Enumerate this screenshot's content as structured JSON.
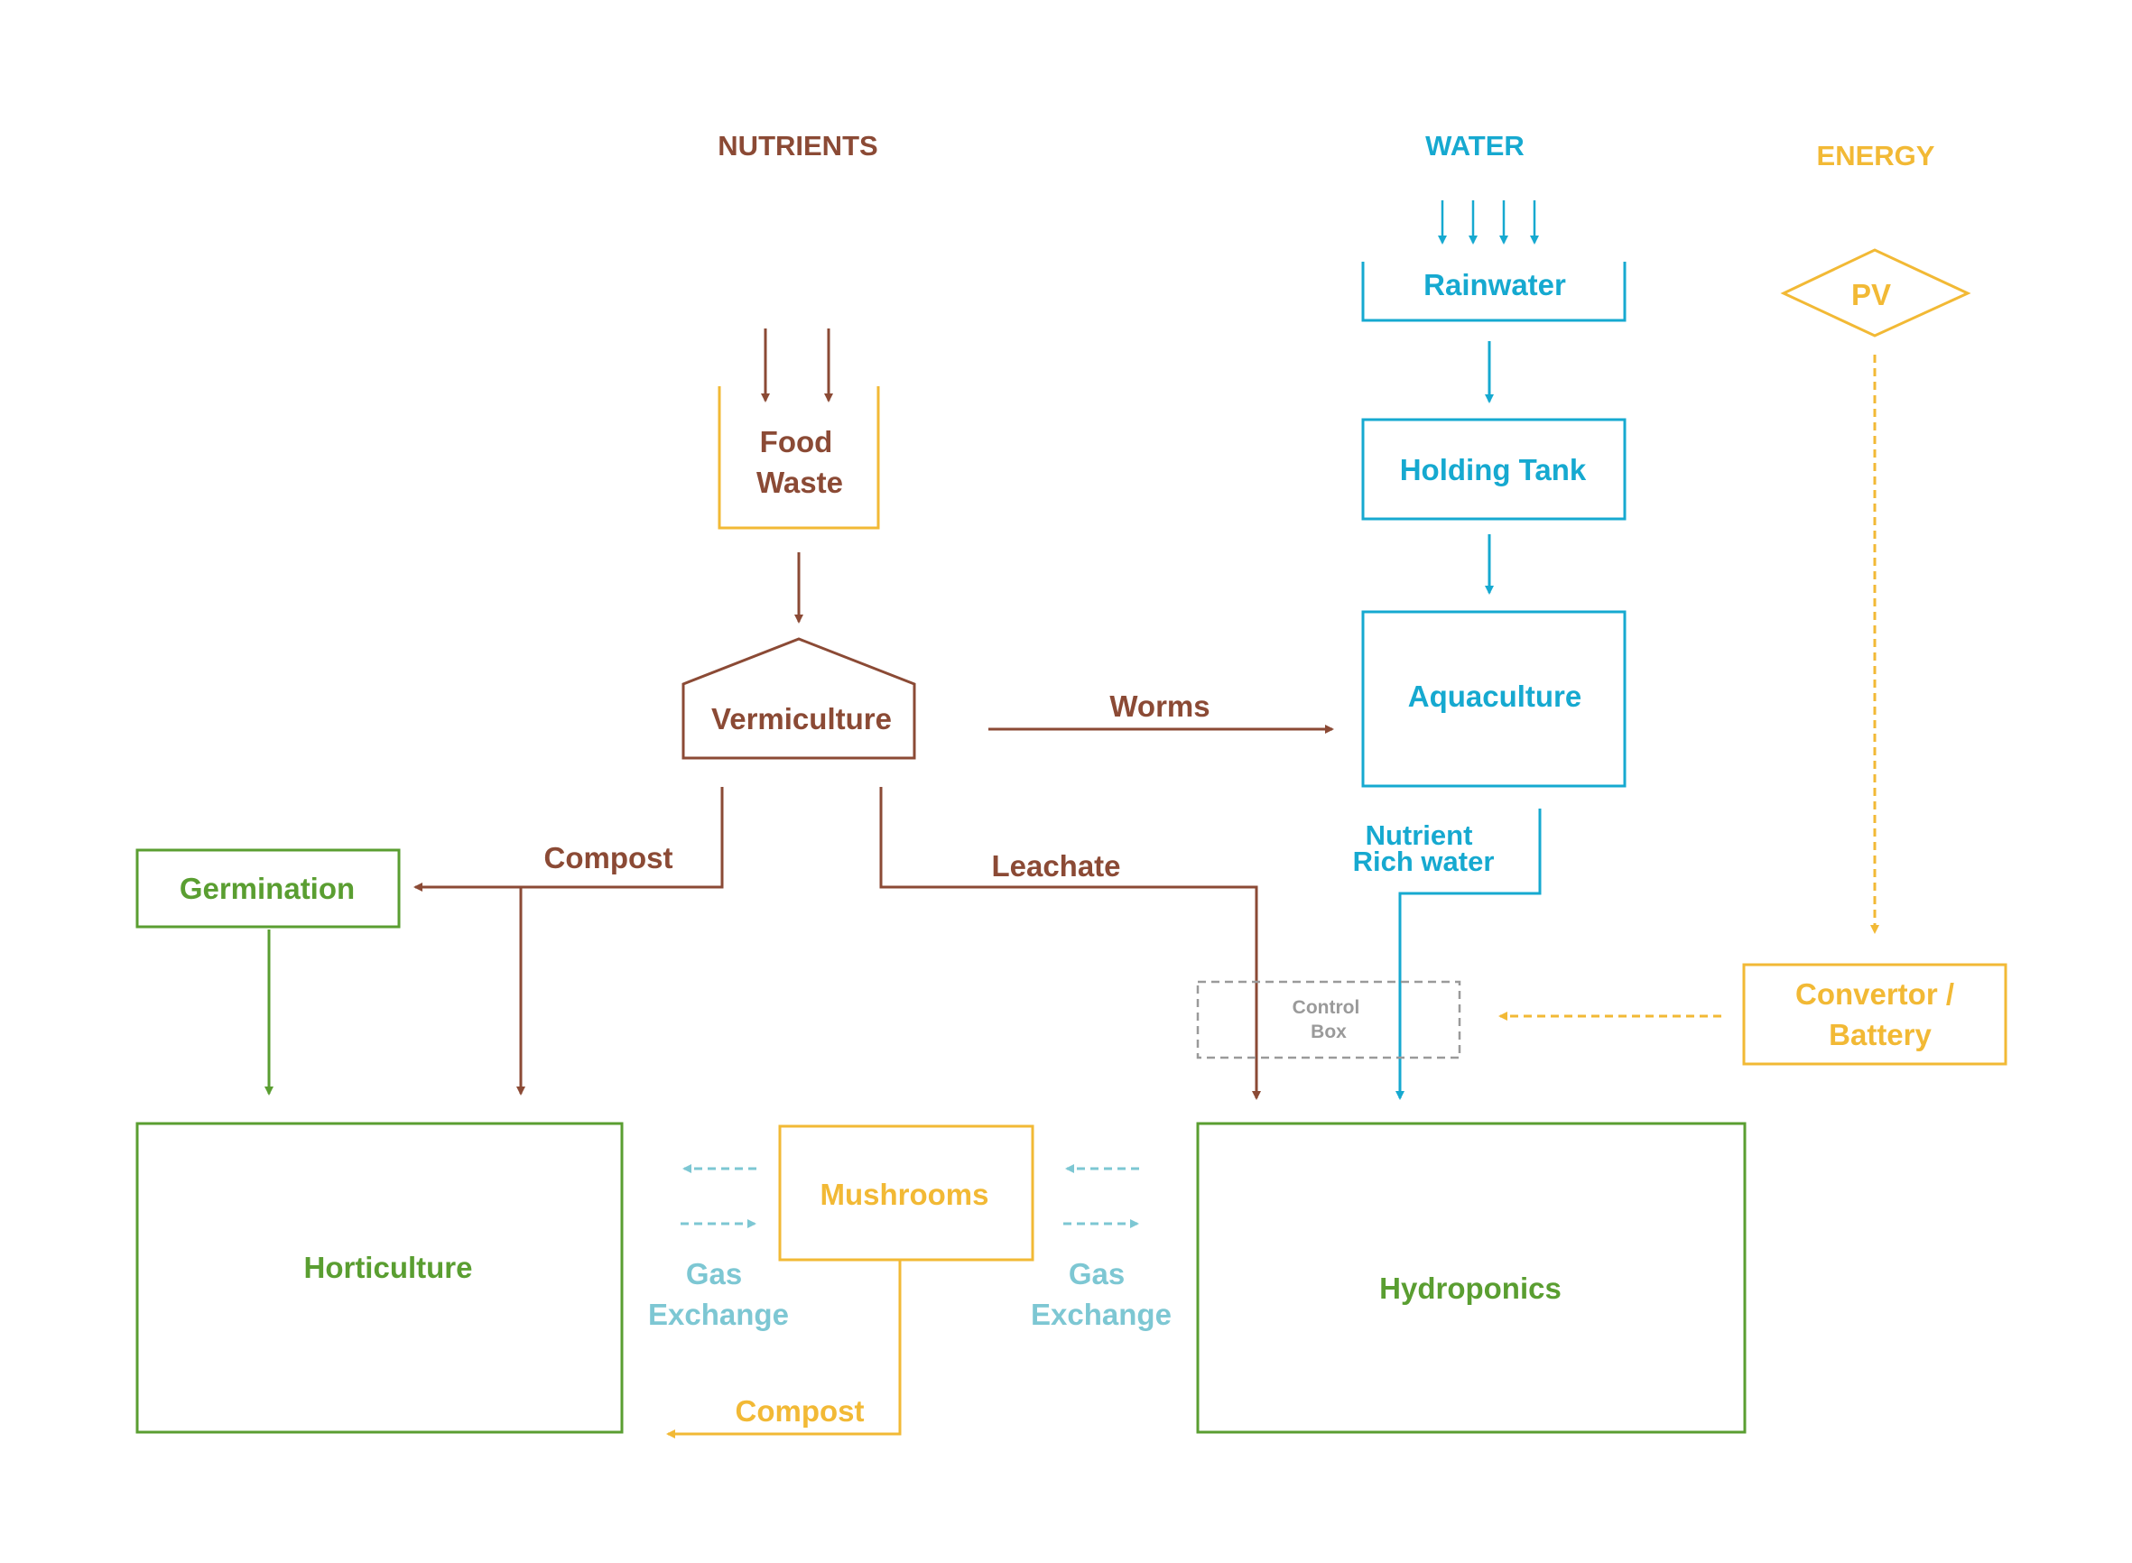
{
  "colors": {
    "nutrients": "#8b4a35",
    "water": "#16a9d0",
    "energy": "#f2b935",
    "plants": "#5a9e31",
    "gas": "#7dc7d3",
    "control": "#9a9a9a"
  },
  "headers": {
    "nutrients": "NUTRIENTS",
    "water": "WATER",
    "energy": "ENERGY"
  },
  "nodes": {
    "food_waste": [
      "Food",
      "Waste"
    ],
    "vermiculture": "Vermiculture",
    "rainwater": "Rainwater",
    "holding_tank": "Holding Tank",
    "aquaculture": "Aquaculture",
    "pv": "PV",
    "convertor": [
      "Convertor /",
      "Battery"
    ],
    "control_box": [
      "Control",
      "Box"
    ],
    "germination": "Germination",
    "horticulture": "Horticulture",
    "mushrooms": "Mushrooms",
    "hydroponics": "Hydroponics"
  },
  "flows": {
    "worms": "Worms",
    "compost_top": "Compost",
    "leachate": "Leachate",
    "nutrient_rich_water": [
      "Nutrient",
      "Rich water"
    ],
    "gas_exchange_left": [
      "Gas",
      "Exchange"
    ],
    "gas_exchange_right": [
      "Gas",
      "Exchange"
    ],
    "compost_bottom": "Compost"
  }
}
